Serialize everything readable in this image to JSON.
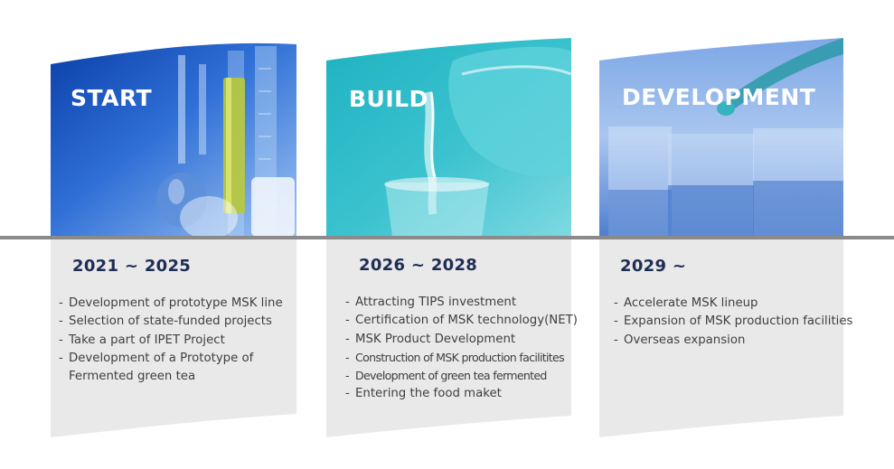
{
  "stages": [
    {
      "title": "START",
      "period": "2021 ~ 2025",
      "image_icon": "lab-flasks-icon",
      "items": [
        "Development of prototype MSK line",
        "Selection of state-funded projects",
        "Take a part of IPET Project",
        "Development of a Prototype of",
        "Fermented green tea"
      ]
    },
    {
      "title": "BUILD",
      "period": "2026 ~ 2028",
      "image_icon": "water-pouring-icon",
      "items": [
        "Attracting TIPS investment",
        "Certification of MSK technology(NET)",
        "MSK Product Development",
        "Construction of MSK production facilitites",
        "Development of green tea fermented",
        "Entering the food maket"
      ]
    },
    {
      "title": "DEVELOPMENT",
      "period": "2029 ~",
      "image_icon": "pipette-glassware-icon",
      "items": [
        "Accelerate MSK lineup",
        "Expansion of MSK production facilities",
        "Overseas expansion"
      ]
    }
  ],
  "colors": {
    "year_text": "#1f2d55",
    "panel_bg": "#e9e9e9",
    "divider": "#8a8a8a"
  }
}
